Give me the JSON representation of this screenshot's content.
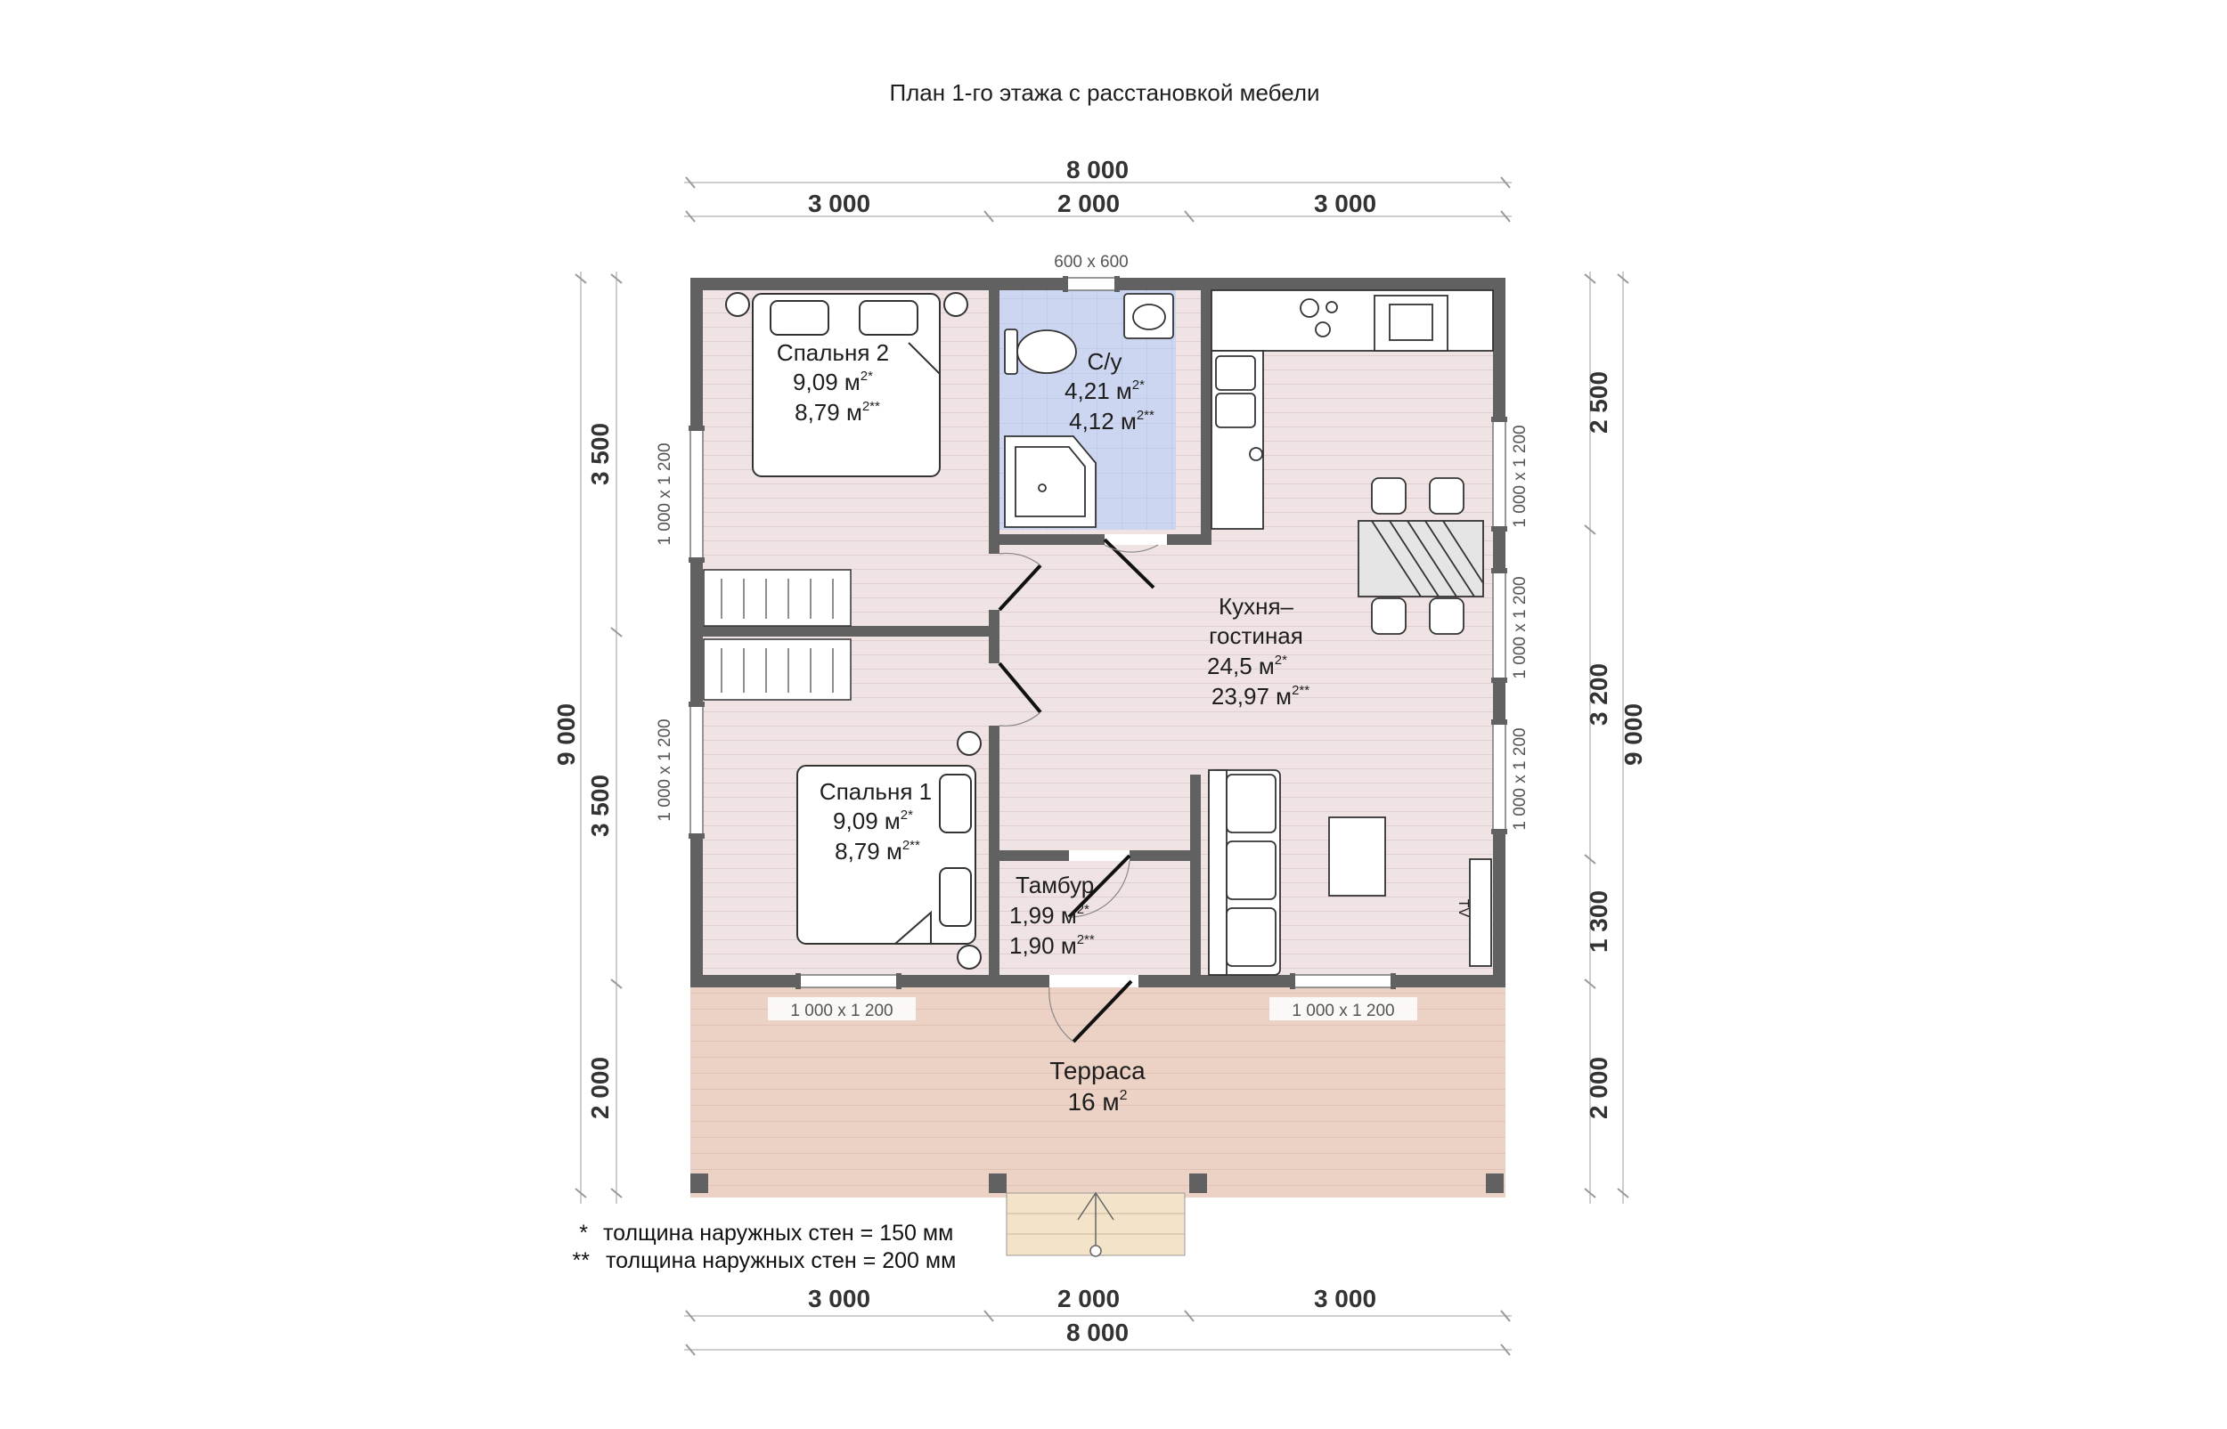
{
  "title": "План 1-го этажа с расстановкой мебели",
  "colors": {
    "wall": "#616161",
    "floor_interior": "#efe3e4",
    "floor_bath": "#cdd6f0",
    "floor_terrace": "#ecd1c5",
    "steps": "#f2e3c9",
    "dim_line": "#bdbdbd"
  },
  "dimensions": {
    "top_total": "8 000",
    "top_segments": [
      "3 000",
      "2 000",
      "3 000"
    ],
    "bottom_segments": [
      "3 000",
      "2 000",
      "3 000"
    ],
    "bottom_total": "8 000",
    "left_total": "9 000",
    "left_segments": [
      "3 500",
      "3 500",
      "2 000"
    ],
    "right_segments": [
      "2 500",
      "3 200",
      "1 300",
      "2 000"
    ],
    "right_total": "9 000"
  },
  "windows": {
    "top": "600 x 600",
    "left_upper": "1 000 x 1 200",
    "left_lower": "1 000 x 1 200",
    "right_1": "1 000 x 1 200",
    "right_2": "1 000 x 1 200",
    "right_3": "1 000 x 1 200",
    "bottom_left": "1 000 x 1 200",
    "bottom_right": "1 000 x 1 200"
  },
  "rooms": {
    "bedroom2": {
      "name": "Спальня 2",
      "area1": "9,09 м",
      "sup1": "2*",
      "area2": "8,79 м",
      "sup2": "2**"
    },
    "wc": {
      "name": "С/у",
      "area1": "4,21 м",
      "sup1": "2*",
      "area2": "4,12 м",
      "sup2": "2**"
    },
    "kitchen": {
      "name1": "Кухня–",
      "name2": "гостиная",
      "area1": "24,5 м",
      "sup1": "2*",
      "area2": "23,97 м",
      "sup2": "2**"
    },
    "bedroom1": {
      "name": "Спальня 1",
      "area1": "9,09 м",
      "sup1": "2*",
      "area2": "8,79 м",
      "sup2": "2**"
    },
    "vestibule": {
      "name": "Тамбур",
      "area1": "1,99 м",
      "sup1": "2*",
      "area2": "1,90 м",
      "sup2": "2**"
    },
    "terrace": {
      "name": "Терраса",
      "area": "16 м",
      "sup": "2"
    }
  },
  "tv_label": "TV",
  "notes": [
    {
      "mark": "*",
      "text": "толщина наружных стен = 150 мм"
    },
    {
      "mark": "**",
      "text": "толщина наружных стен = 200 мм"
    }
  ]
}
